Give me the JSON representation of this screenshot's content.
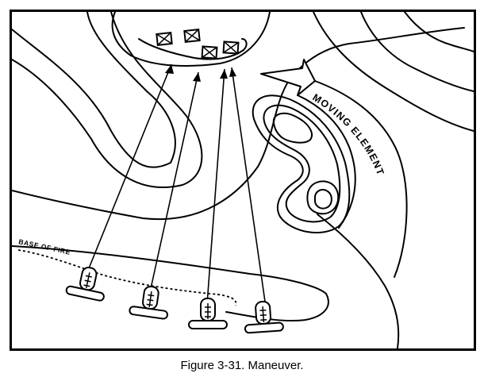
{
  "figure": {
    "caption": "Figure 3-31.  Maneuver.",
    "labels": {
      "moving_element": "MOVING ELEMENT",
      "base_of_fire": "BASE OF FIRE"
    }
  }
}
